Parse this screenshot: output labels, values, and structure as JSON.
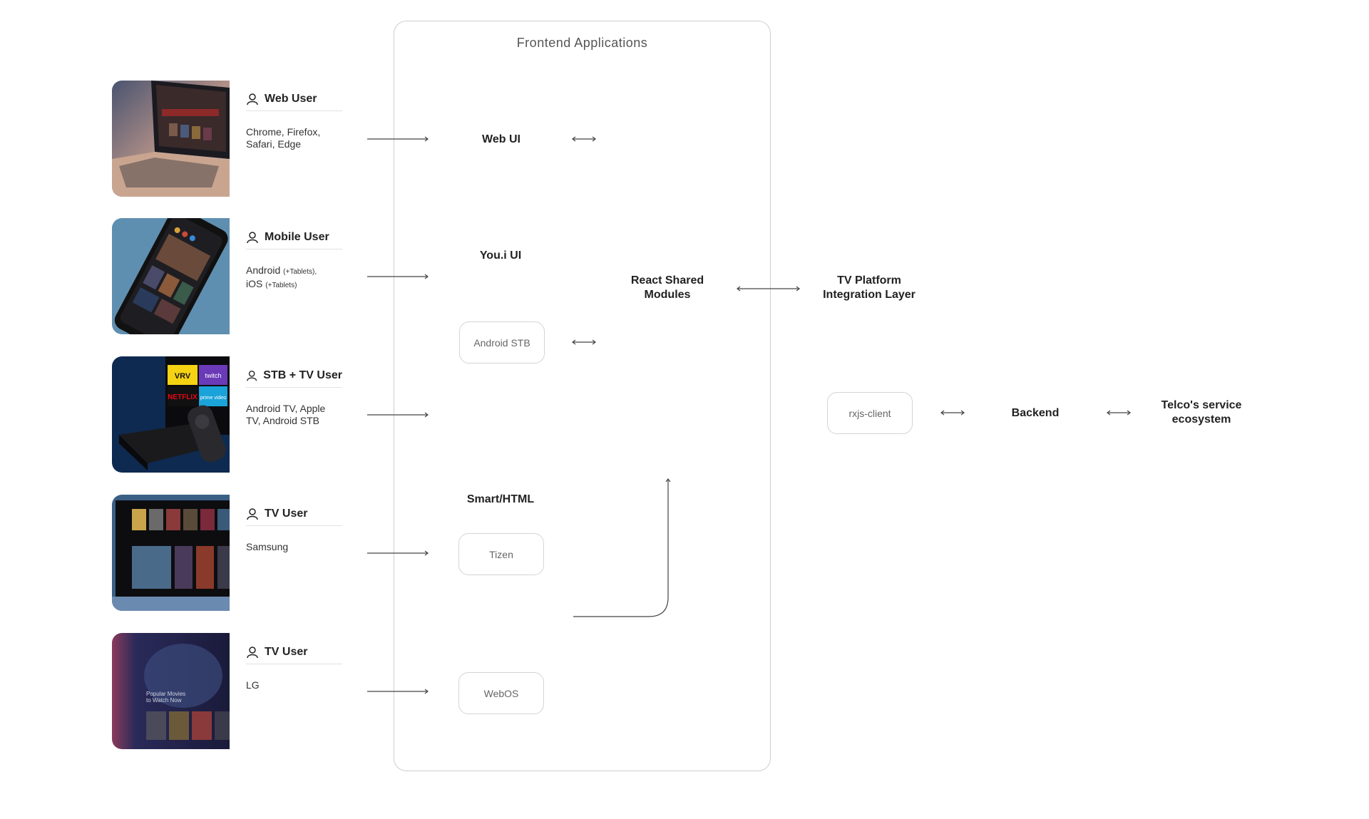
{
  "frame": {
    "title": "Frontend  Applications"
  },
  "users": [
    {
      "label": "Web User",
      "desc": [
        "Chrome, Firefox,",
        "Safari, Edge"
      ]
    },
    {
      "label": "Mobile User",
      "desc_a": "Android ",
      "desc_a_small": "(+Tablets),",
      "desc_b": "iOS ",
      "desc_b_small": "(+Tablets)"
    },
    {
      "label": "STB + TV User",
      "desc": [
        "Android TV, Apple",
        "TV, Android STB"
      ]
    },
    {
      "label": "TV User",
      "desc": [
        "Samsung"
      ]
    },
    {
      "label": "TV User",
      "desc": [
        "LG"
      ]
    }
  ],
  "thumbs": {
    "stb_logos": [
      "VRV",
      "twitch",
      "NETFLIX",
      "prime video"
    ],
    "lg_text": [
      "Popular Movies",
      "to Watch Now"
    ]
  },
  "apps": {
    "web_ui": "Web UI",
    "youi_ui": "You.i UI",
    "android_stb": "Android STB",
    "smart_html": "Smart/HTML",
    "tizen": "Tizen",
    "webos": "WebOS"
  },
  "shared": {
    "line1": "React Shared",
    "line2": "Modules"
  },
  "platform": {
    "line1": "TV Platform",
    "line2": "Integration Layer"
  },
  "rxjs": "rxjs-client",
  "backend": "Backend",
  "telco": {
    "line1": "Telco's service",
    "line2": "ecosystem"
  },
  "colors": {
    "line": "#444444",
    "pill_border": "#d4d4d4",
    "frame_border": "#cfcfcf"
  }
}
